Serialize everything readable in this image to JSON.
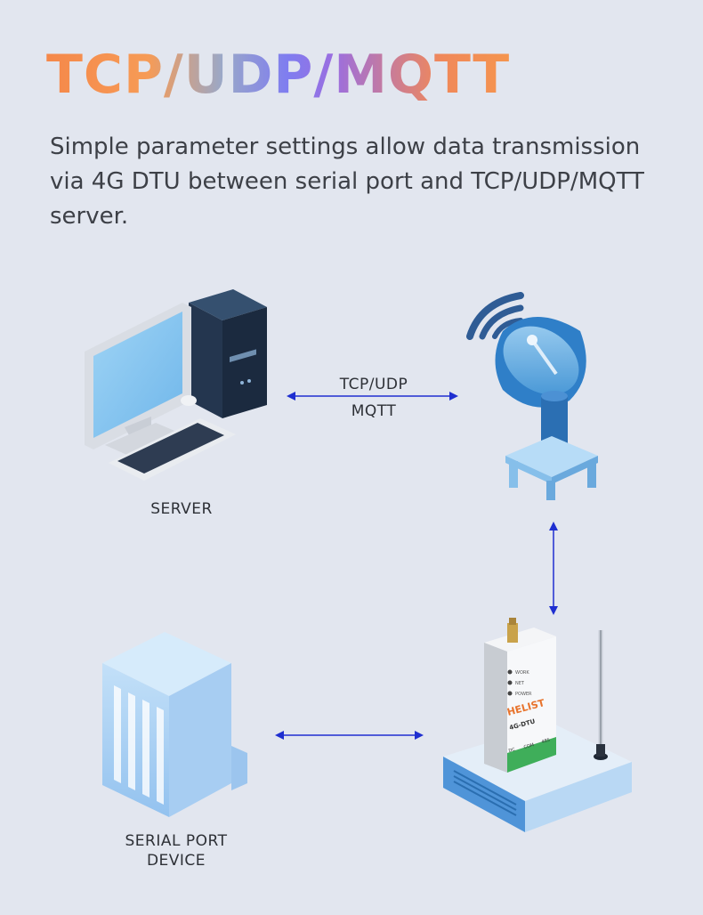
{
  "title": "TCP/UDP/MQTT",
  "subtitle": "Simple parameter settings allow data transmission via 4G DTU between serial port and TCP/UDP/MQTT server.",
  "nodes": {
    "server_label": "SERVER",
    "serial_label_line1": "SERIAL PORT",
    "serial_label_line2": "DEVICE"
  },
  "links": {
    "protocol_line1": "TCP/UDP",
    "protocol_line2": "MQTT"
  },
  "dtu": {
    "brand": "HELIST",
    "model": "4G-DTU",
    "led_work": "WORK",
    "led_net": "NET",
    "led_power": "POWER",
    "port_dc": "DC",
    "port_com": "COM",
    "port_485": "485"
  },
  "colors": {
    "arrow": "#1f2fd0",
    "background": "#e2e6ef",
    "accent_blue": "#6fb6ea"
  }
}
